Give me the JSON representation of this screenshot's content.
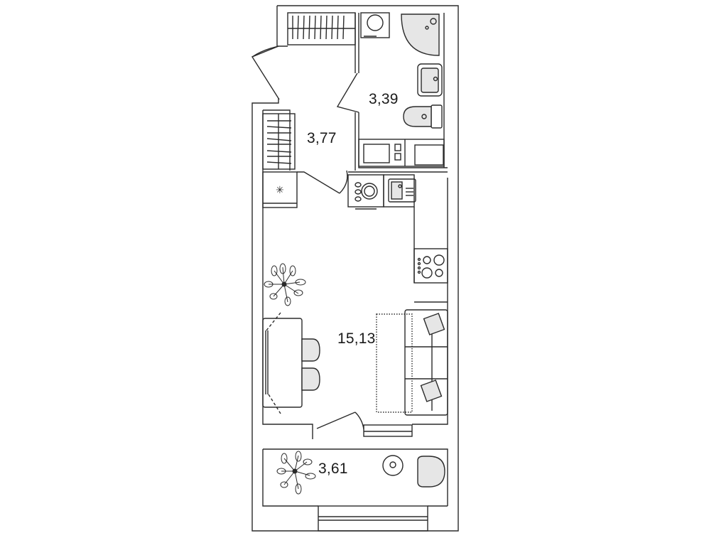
{
  "plan": {
    "type": "studio-apartment-floor-plan",
    "rooms": [
      {
        "id": "hallway",
        "name": "hallway",
        "area": "3,77"
      },
      {
        "id": "bathroom",
        "name": "bathroom",
        "area": "3,39"
      },
      {
        "id": "living",
        "name": "living-kitchen",
        "area": "15,13"
      },
      {
        "id": "balcony",
        "name": "balcony",
        "area": "3,61"
      }
    ],
    "colors": {
      "line": "#2b2b2b",
      "fixture_fill": "#e6e6e6",
      "background": "#ffffff"
    }
  }
}
